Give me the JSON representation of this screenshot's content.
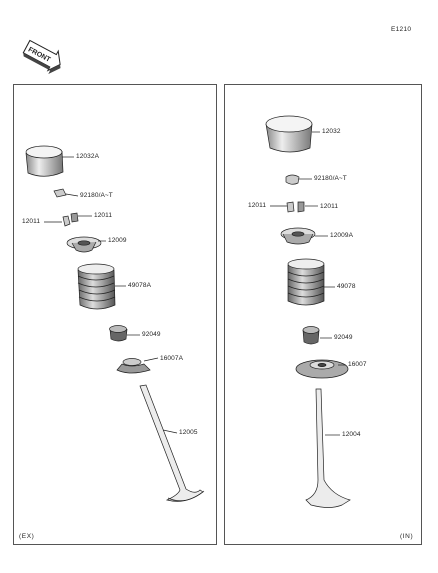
{
  "diagram_code": "E1210",
  "front_label": "FRONT",
  "panels": {
    "ex": {
      "tag": "(EX)",
      "labels": [
        "12032A",
        "92180/A~T",
        "12011",
        "12011",
        "12009",
        "49078A",
        "92049",
        "16007A",
        "12005"
      ]
    },
    "in": {
      "tag": "(IN)",
      "labels": [
        "12032",
        "92180/A~T",
        "12011",
        "12011",
        "12009A",
        "49078",
        "92049",
        "16007",
        "12004"
      ]
    }
  }
}
